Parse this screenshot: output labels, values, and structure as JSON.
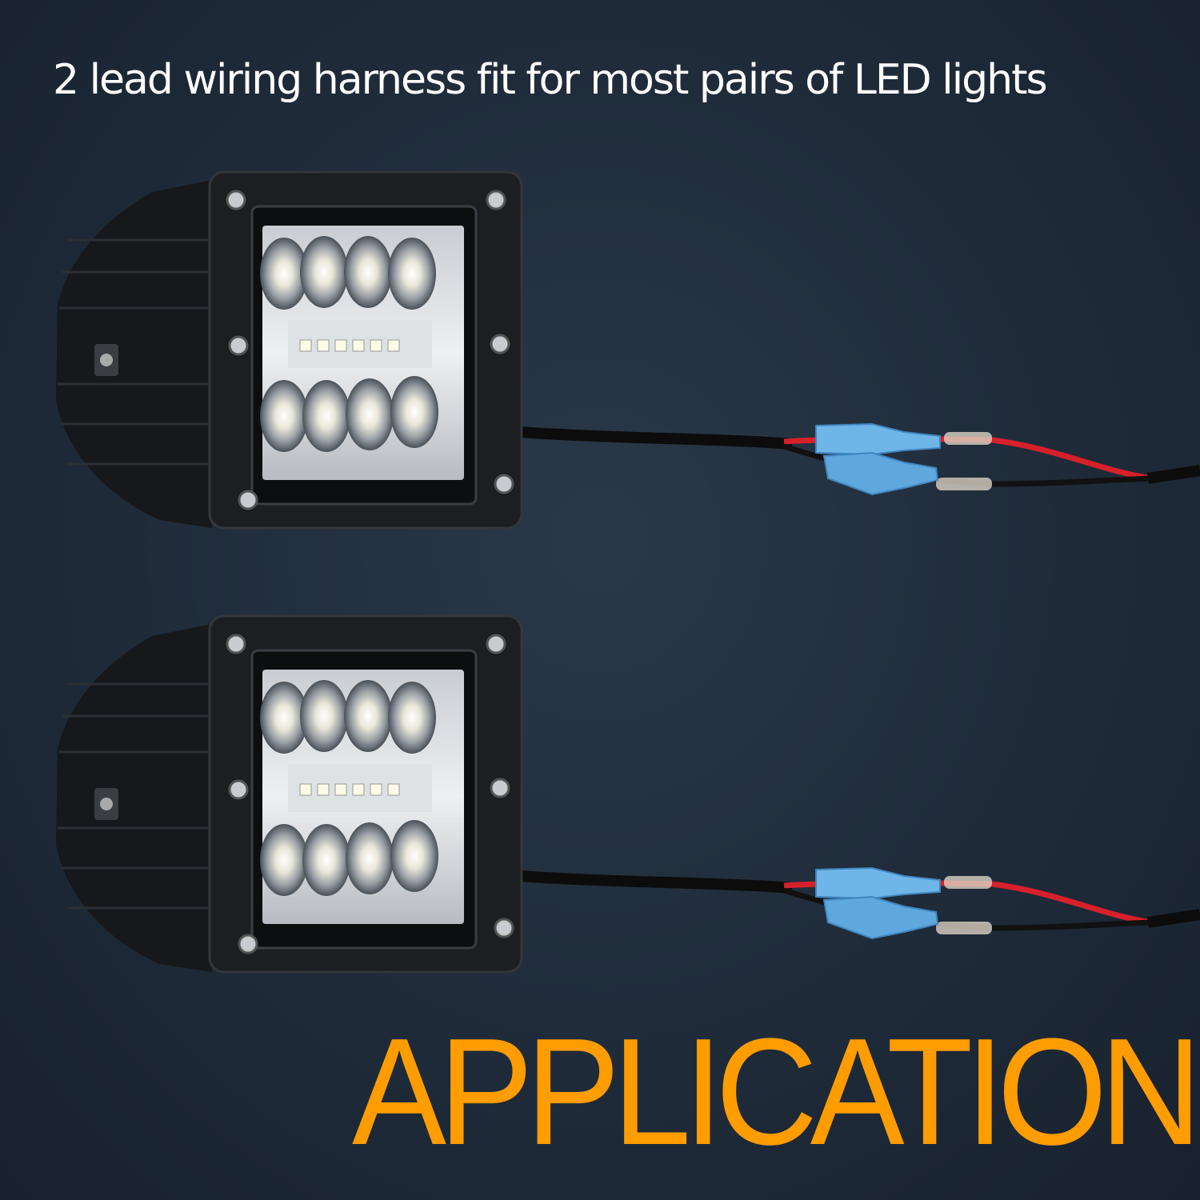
{
  "headline": "2 lead wiring harness fit for most pairs of LED lights",
  "section_title": "APPLICATION",
  "colors": {
    "background": "#1f2b39",
    "accent": "#ff9c00",
    "headline": "#ffffff",
    "red_wire": "#d8202a",
    "connector": "#6fb6e8"
  },
  "products": [
    {
      "name": "led-pod-light-top",
      "icon": "led-work-light"
    },
    {
      "name": "led-pod-light-bottom",
      "icon": "led-work-light"
    }
  ]
}
